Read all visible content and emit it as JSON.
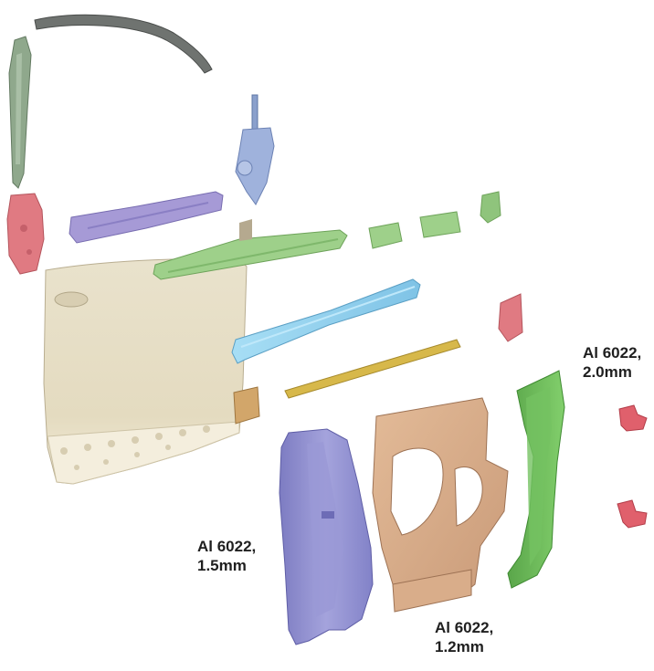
{
  "labels": {
    "top_right": {
      "material": "Al 6022,",
      "thickness": "2.0mm"
    },
    "left_middle": {
      "material": "Al 6022,",
      "thickness": "1.5mm"
    },
    "bottom": {
      "material": "Al 6022,",
      "thickness": "1.2mm"
    }
  },
  "colors": {
    "outer_panel": "#e6dcc0",
    "outer_panel_lower": "#f1ead6",
    "hinge_pillar_inner": "#8f8fd0",
    "inner_panel": "#d9ad8a",
    "lock_pillar_inner": "#6fbf5a",
    "belt_reinforcement": "#9ed08a",
    "intrusion_beam": "#8fd0ec",
    "lower_beam": "#d7b84a",
    "frame_rail": "#8fa88c",
    "brackets_red": "#e07a82",
    "latch_blue": "#9fb2dc",
    "upper_rail_purple": "#a69ad6"
  }
}
